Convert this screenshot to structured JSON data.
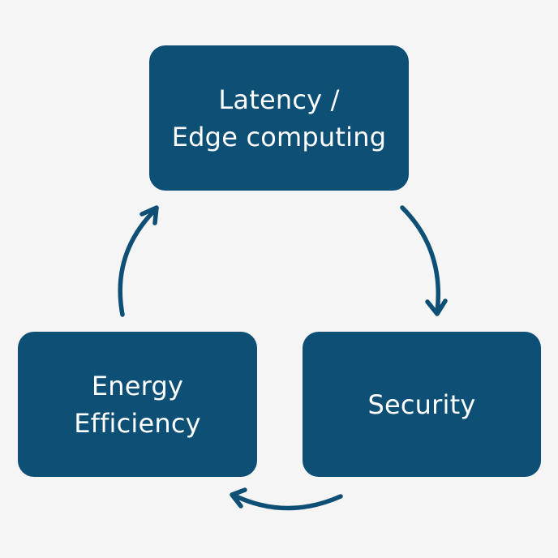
{
  "colors": {
    "background": "#f5f5f5",
    "node_fill": "#0e4f76",
    "node_text": "#ffffff",
    "arrow": "#0e4f76"
  },
  "nodes": {
    "top": {
      "line1": "Latency /",
      "line2": "Edge computing"
    },
    "right": {
      "line1": "Security"
    },
    "left": {
      "line1": "Energy",
      "line2": "Efficiency"
    }
  }
}
